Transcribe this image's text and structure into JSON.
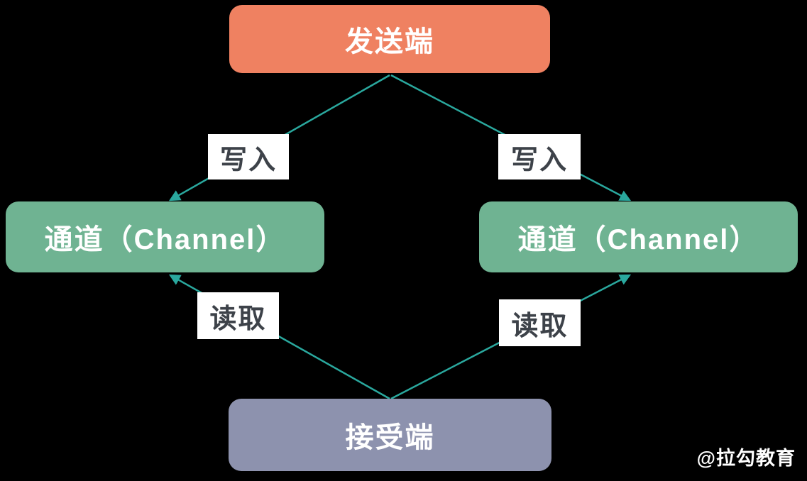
{
  "diagram": {
    "title_implicit": "Go channel write/read diagram",
    "background_color": "#000000",
    "edge_line_color": "#2AA89E",
    "nodes": {
      "sender": {
        "label": "发送端",
        "color": "#EF8161",
        "text_color": "#FFFFFF"
      },
      "channel_left": {
        "label": "通道（Channel）",
        "color": "#6FB392",
        "text_color": "#FFFFFF"
      },
      "channel_right": {
        "label": "通道（Channel）",
        "color": "#6FB392",
        "text_color": "#FFFFFF"
      },
      "receiver": {
        "label": "接受端",
        "color": "#8D92AE",
        "text_color": "#FFFFFF"
      }
    },
    "edges": {
      "write_left": {
        "label": "写入",
        "from": "sender",
        "to": "channel_left"
      },
      "write_right": {
        "label": "写入",
        "from": "sender",
        "to": "channel_right"
      },
      "read_left": {
        "label": "读取",
        "from": "receiver",
        "to": "channel_left"
      },
      "read_right": {
        "label": "读取",
        "from": "receiver",
        "to": "channel_right"
      }
    },
    "edge_label_style": {
      "background": "#FFFFFF",
      "text_color": "#3D4249"
    },
    "watermark": "@拉勾教育"
  }
}
